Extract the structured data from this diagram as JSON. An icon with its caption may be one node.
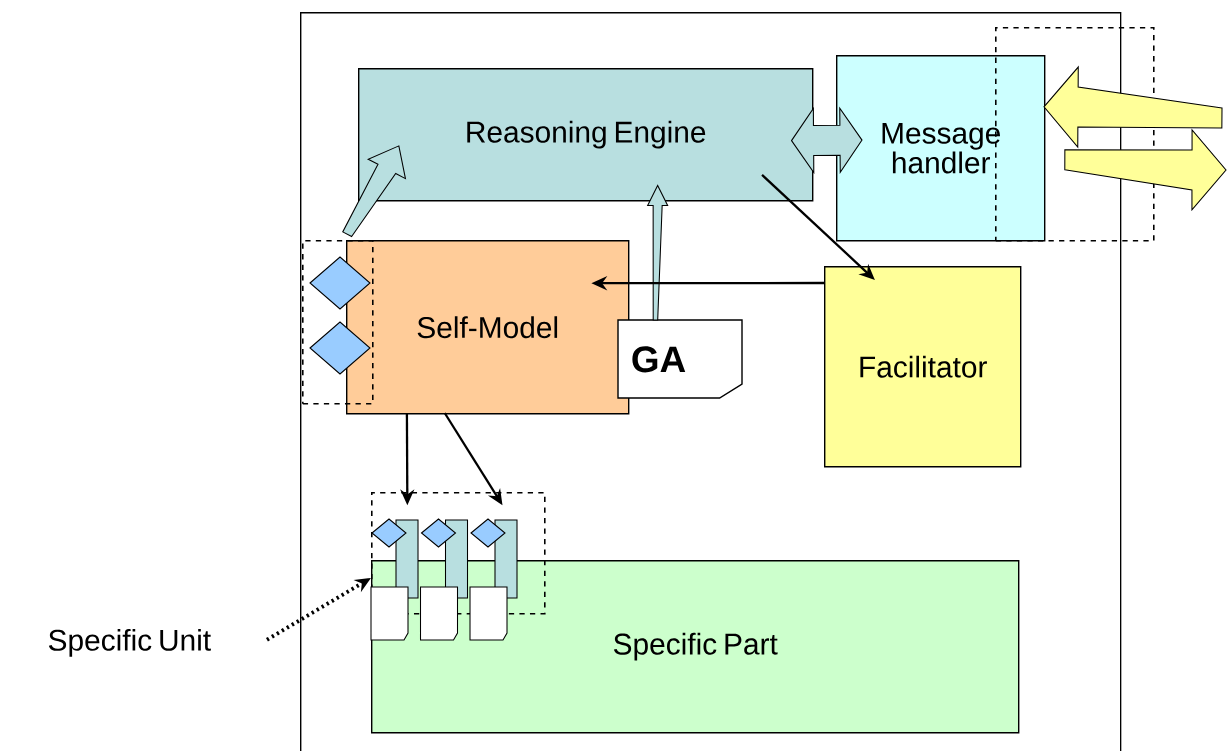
{
  "diagram": {
    "nodes": [
      {
        "text": [],
        "shape": "box"
      },
      {
        "text": [
          "Reasoning Engine"
        ],
        "in": 0
      },
      {
        "text": [
          "Message handler"
        ],
        "in": 0
      },
      {
        "text": [
          "Self-Model"
        ],
        "in": 0
      },
      {
        "text": [
          "GA"
        ],
        "in": 0
      },
      {
        "text": [
          "Facilitator"
        ],
        "in": 0
      },
      {
        "text": [
          "Specific Part"
        ],
        "in": 0
      },
      {
        "text": [
          "Specific Unit"
        ]
      },
      {
        "text": [],
        "shape": "box",
        "in": 0
      },
      {
        "text": [],
        "shape": "box",
        "in": 0
      },
      {
        "text": [],
        "shape": "box"
      }
    ],
    "edges": [
      {
        "from": 3,
        "to": 1,
        "arrow": "to",
        "style": "thick",
        "color": "#b8dfe0"
      },
      {
        "from": 1,
        "to": 2,
        "arrow": "both",
        "style": "thick",
        "color": "#b8dfe0"
      },
      {
        "from": 4,
        "to": 1,
        "arrow": "to",
        "style": "thick",
        "color": "#b8dfe0"
      },
      {
        "from": 5,
        "to": 3,
        "arrow": "to"
      },
      {
        "from": 1,
        "to": 5,
        "arrow": "to"
      },
      {
        "from": 3,
        "to": 8,
        "arrow": "to"
      },
      {
        "from": 3,
        "to": 8,
        "arrow": "to"
      },
      {
        "from": 7,
        "to": 8,
        "arrow": "to",
        "style": "dashed"
      },
      {
        "from": null,
        "to": 2,
        "arrow": "to",
        "style": "thick",
        "color": "#ffff99"
      },
      {
        "from": 2,
        "to": null,
        "arrow": "to",
        "style": "thick",
        "color": "#ffff99"
      }
    ]
  }
}
